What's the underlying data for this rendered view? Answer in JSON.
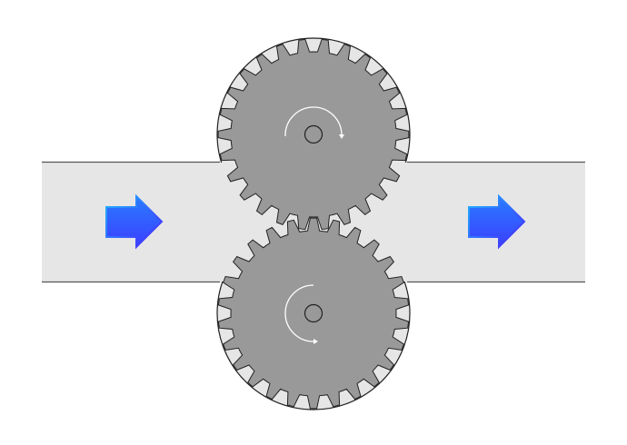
{
  "diagram": {
    "type": "external gear pump",
    "gears": [
      {
        "name": "top-gear",
        "teeth": 26,
        "rotation": "clockwise"
      },
      {
        "name": "bottom-gear",
        "teeth": 26,
        "rotation": "counterclockwise"
      }
    ],
    "flow_direction": "left-to-right",
    "colors": {
      "gear": "#999999",
      "housing": "#e6e6e6",
      "outline": "#333333",
      "arrow_start": "#1fb8ff",
      "arrow_end": "#4a1cff"
    }
  }
}
